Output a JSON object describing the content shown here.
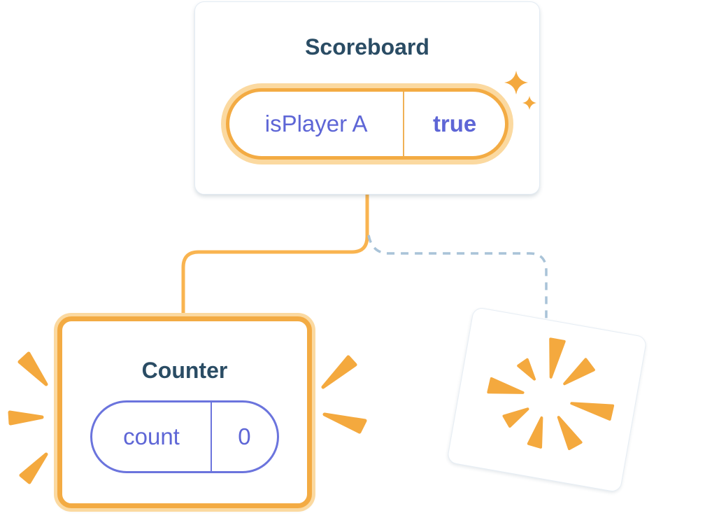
{
  "diagram": {
    "scoreboard": {
      "title": "Scoreboard",
      "state": {
        "key": "isPlayer A",
        "value": "true"
      }
    },
    "counter": {
      "title": "Counter",
      "state": {
        "key": "count",
        "value": "0"
      }
    },
    "colors": {
      "highlight_orange": "#f3ab43",
      "highlight_glow": "#fbd9a0",
      "state_purple": "#5e66d6",
      "title_navy": "#2a4c64",
      "solid_connector_orange": "#f9b450",
      "dashed_connector_blue": "#a9c3d8",
      "burst_orange": "#f4a93e"
    }
  }
}
